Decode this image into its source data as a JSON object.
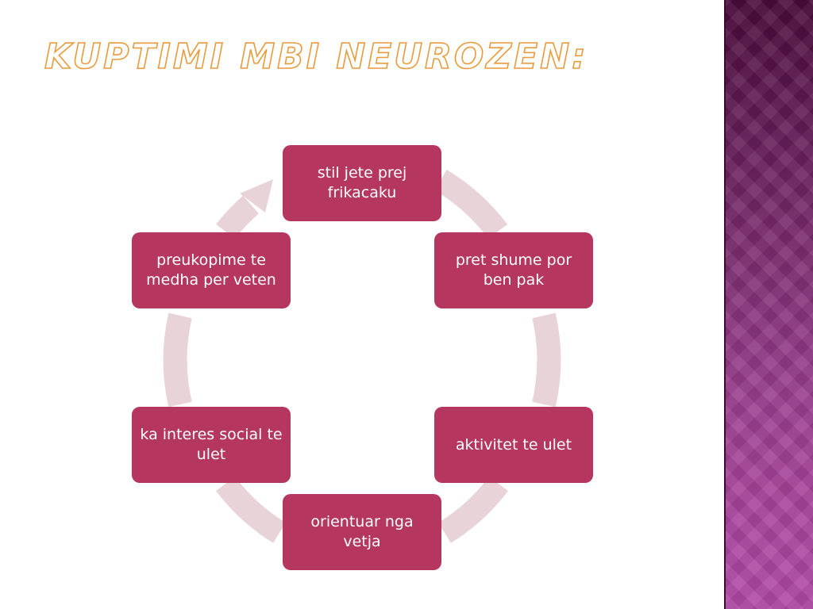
{
  "slide": {
    "title": "KUPTIMI MBI NEUROZEN:"
  },
  "diagram": {
    "type": "cycle",
    "accent_color": "#b5375f",
    "ring_color": "#e8d3d8",
    "title_color": "#e89b3c",
    "nodes": [
      "stil jete prej frikacaku",
      "pret shume por ben pak",
      "aktivitet te ulet",
      "orientuar nga vetja",
      "ka interes social te ulet",
      "preukopime te medha per veten"
    ]
  }
}
